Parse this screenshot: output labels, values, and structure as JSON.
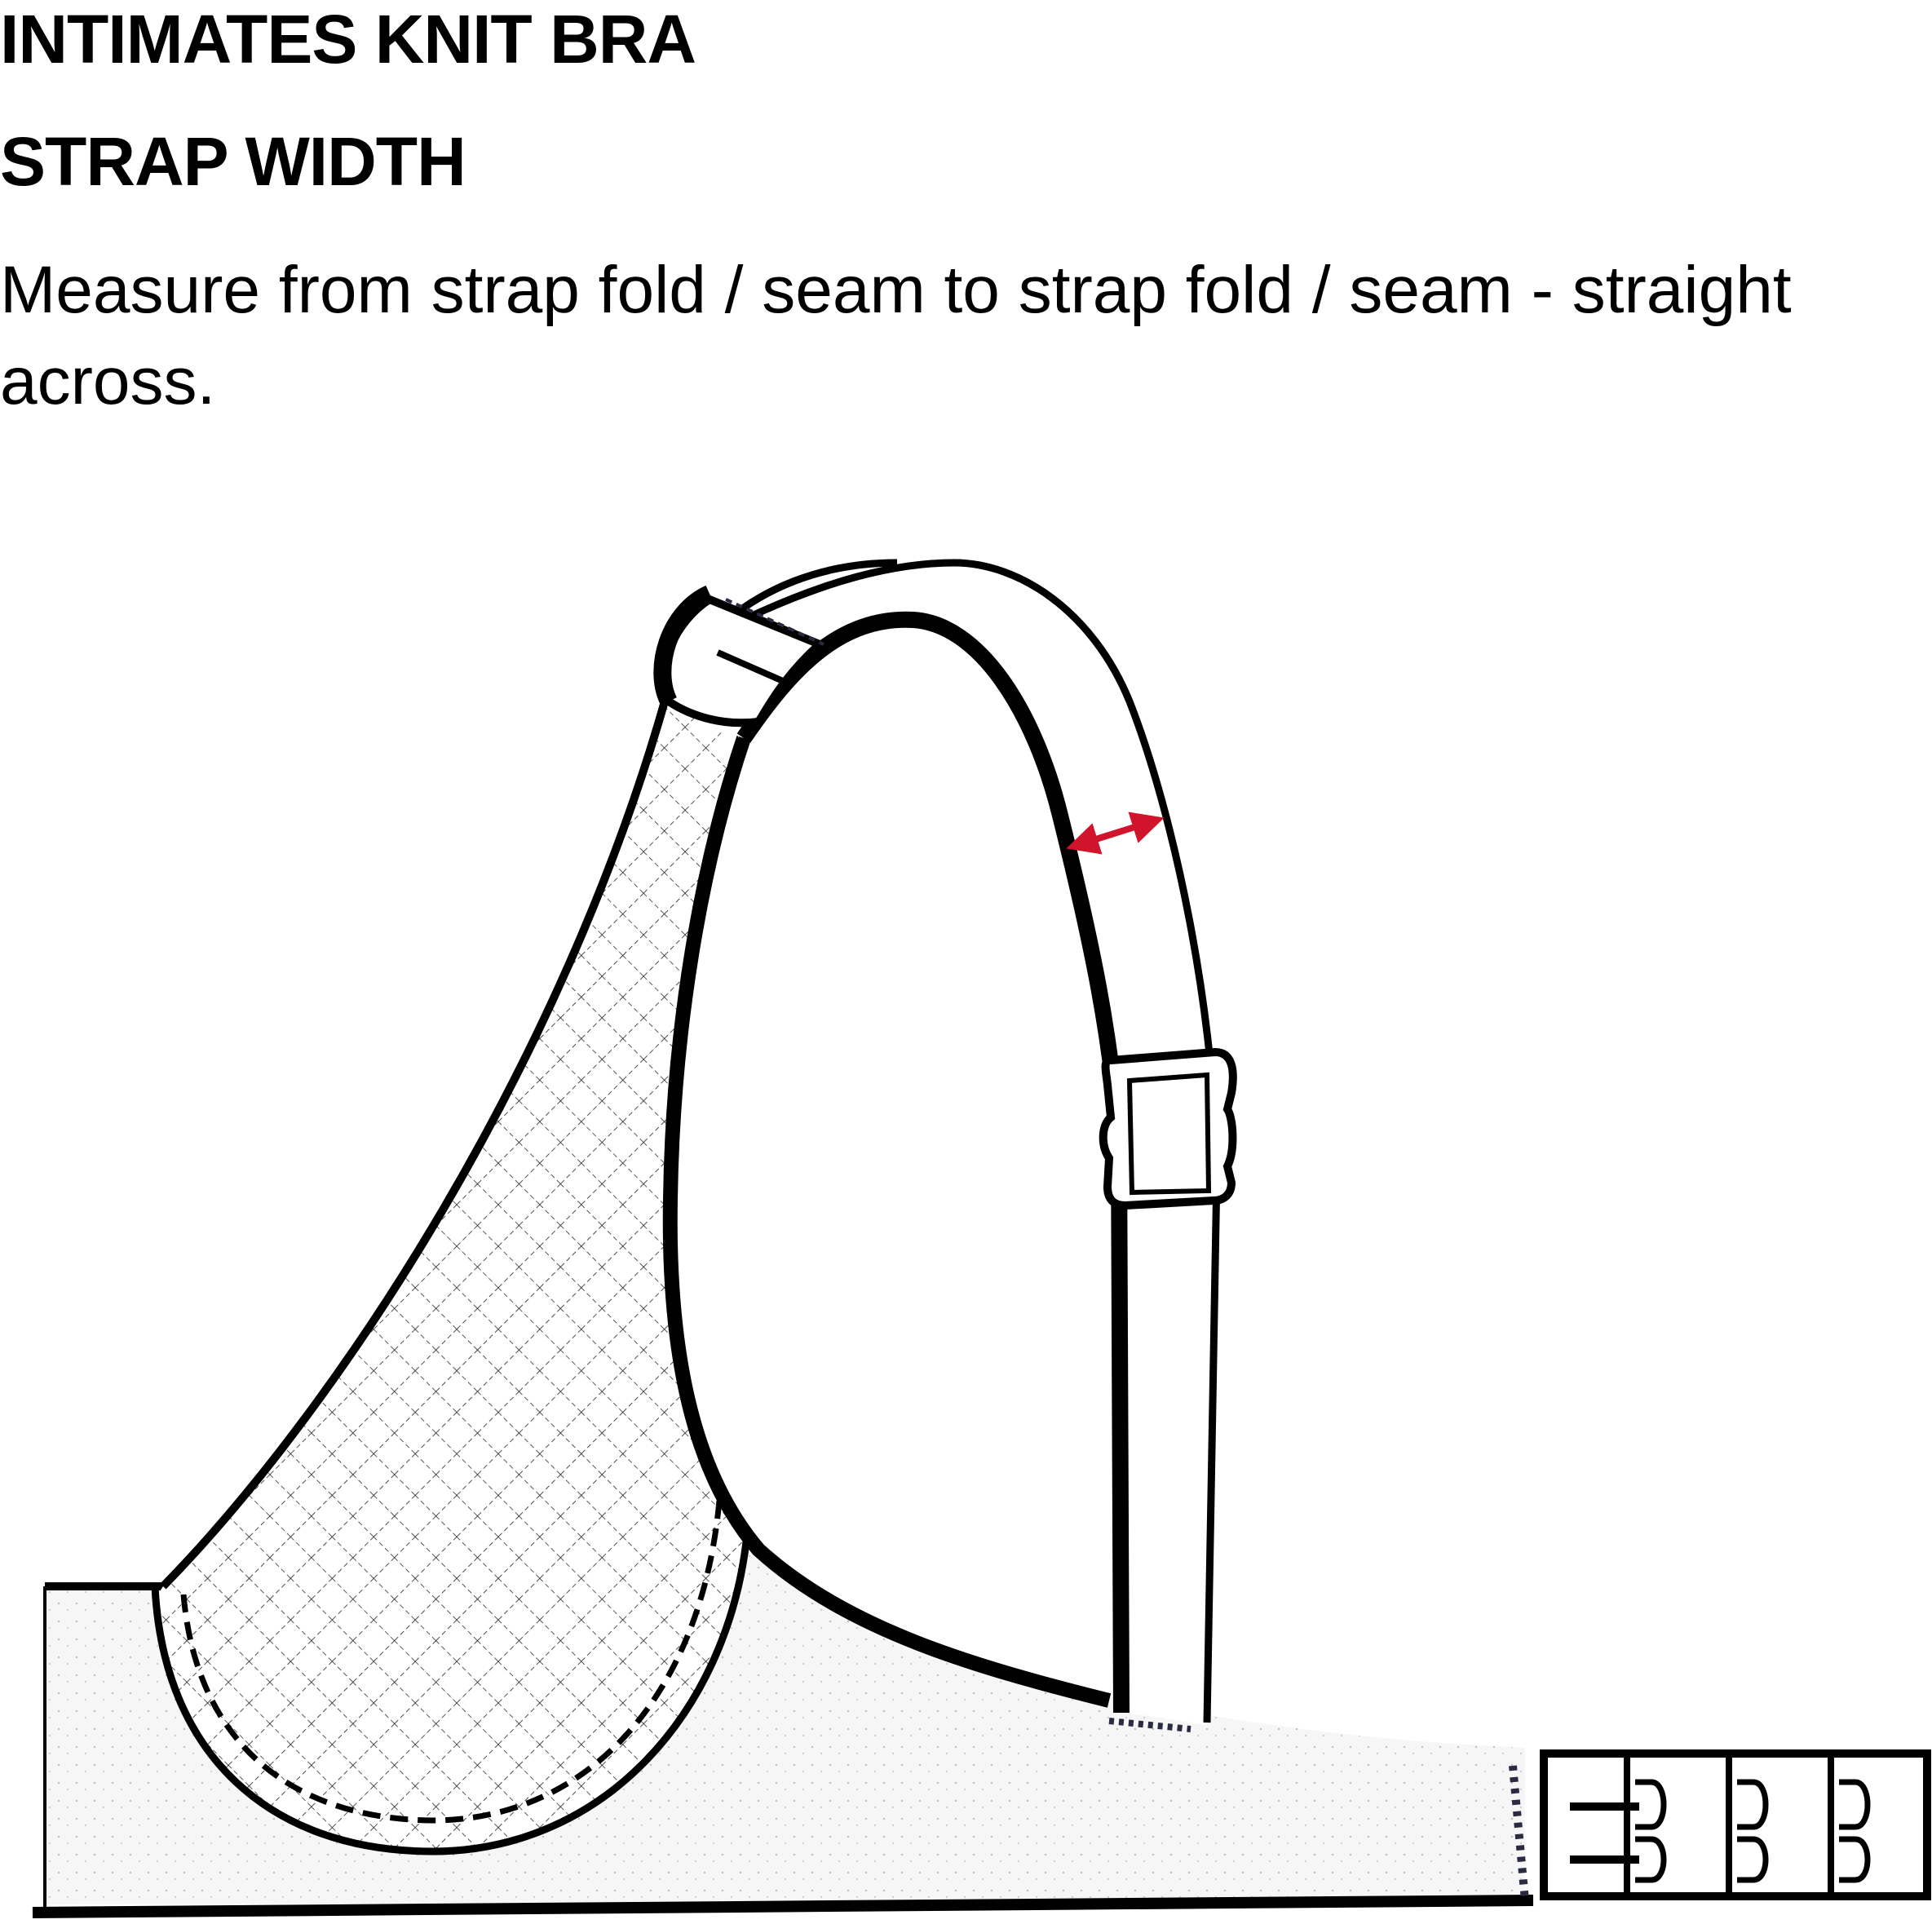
{
  "header": {
    "title": "INTIMATES KNIT BRA",
    "subtitle": "STRAP WIDTH",
    "instruction": "Measure from strap fold / seam to strap fold / seam - straight across."
  },
  "colors": {
    "measure_arrow": "#d0142c",
    "outline": "#000000",
    "stitching": "#2a2a40",
    "band_fill": "#f6f6f6",
    "lace_pattern": "#222222"
  },
  "icons": {
    "measurement": "double-arrow-icon",
    "slider": "strap-slider-icon",
    "hook_and_eye": "hook-eye-closure-icon"
  }
}
